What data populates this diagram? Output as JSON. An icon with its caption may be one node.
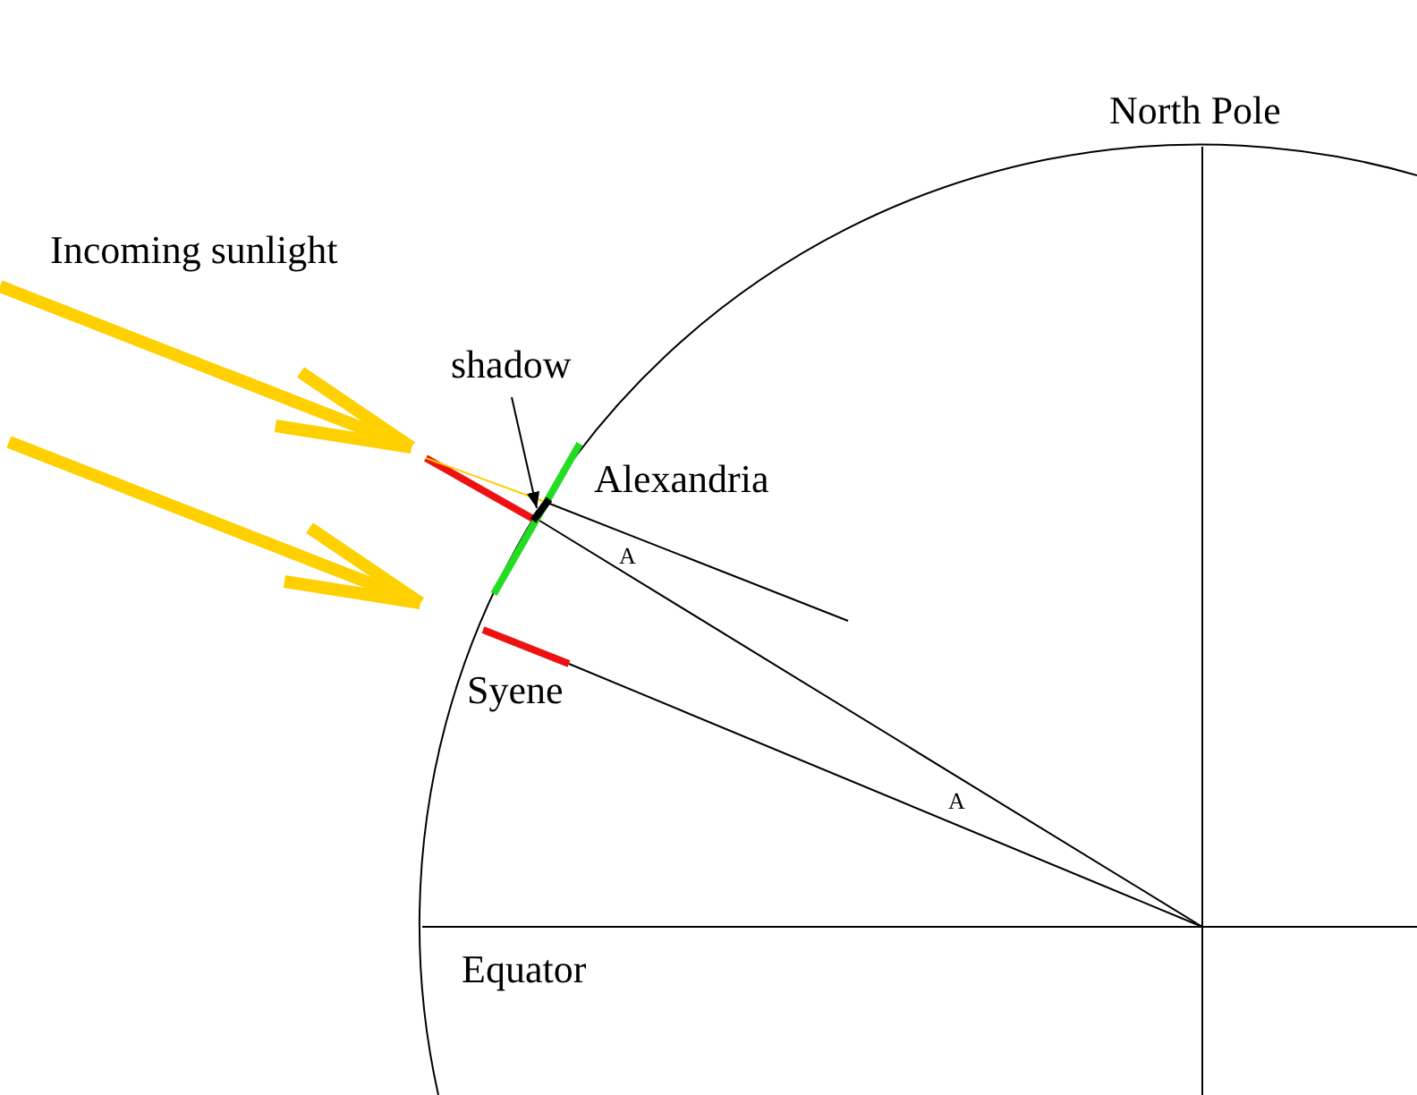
{
  "diagram": {
    "nodes": [
      {
        "text": [
          "shadow"
        ]
      },
      {
        "text": [],
        "shape": "bar"
      }
    ],
    "edges": [
      {
        "from": 0,
        "to": 1,
        "arrow": "to"
      }
    ],
    "labels": [
      "Incoming sunlight",
      "North Pole",
      "Alexandria",
      "A",
      "Syene",
      "A",
      "Equator"
    ]
  }
}
